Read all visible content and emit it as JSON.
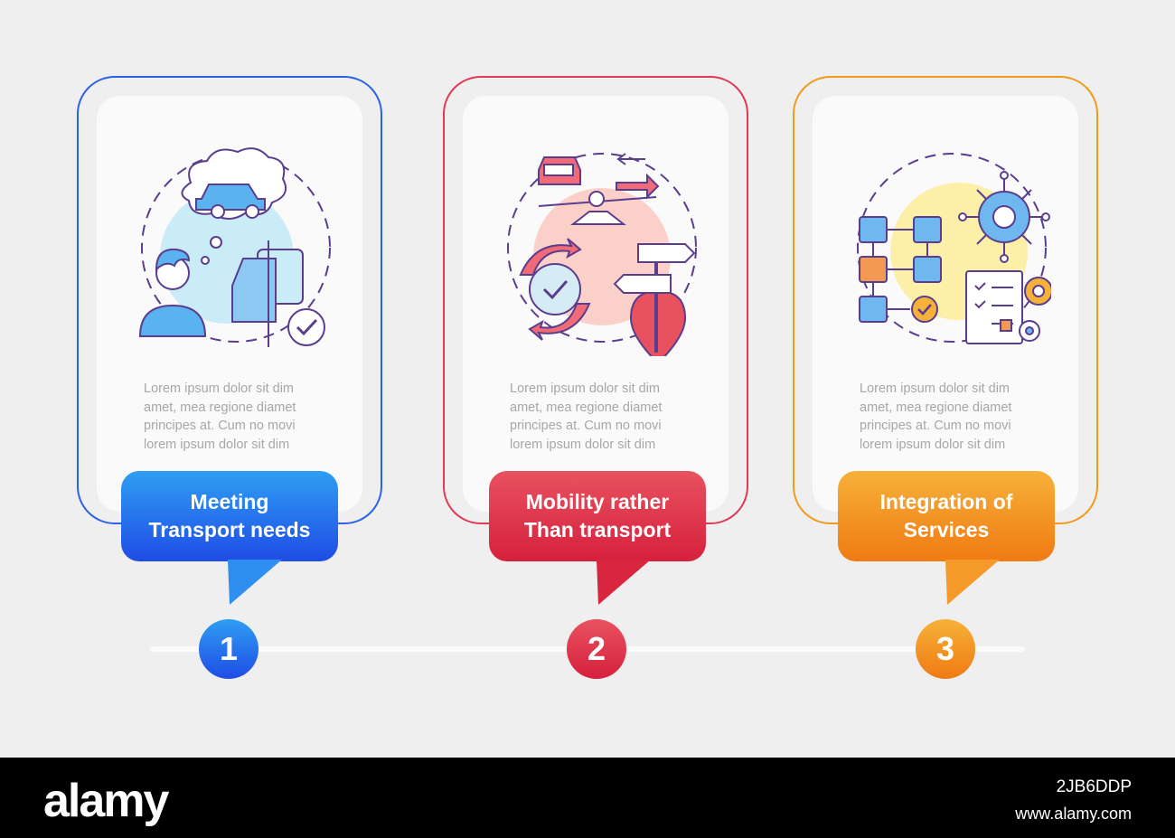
{
  "steps": [
    {
      "number": "1",
      "title_line1": "Meeting",
      "title_line2": "Transport needs",
      "color": "#1e5ef0",
      "gradient": [
        "#2f9ef2",
        "#1f4ce6"
      ],
      "desc": [
        "Lorem ipsum dolor sit dim",
        "amet, mea regione diamet",
        "principes at. Cum no movi",
        "lorem ipsum dolor sit dim"
      ],
      "icon": "person-dreaming-of-car-icon"
    },
    {
      "number": "2",
      "title_line1": "Mobility rather",
      "title_line2": "Than transport",
      "color": "#e0324f",
      "gradient": [
        "#e8525f",
        "#d6203d"
      ],
      "desc": [
        "Lorem ipsum dolor sit dim",
        "amet, mea regione diamet",
        "principes at. Cum no movi",
        "lorem ipsum dolor sit dim"
      ],
      "icon": "mobility-balance-signpost-icon"
    },
    {
      "number": "3",
      "title_line1": "Integration of",
      "title_line2": "Services",
      "color": "#f39a1c",
      "gradient": [
        "#f6b13a",
        "#f07a13"
      ],
      "desc": [
        "Lorem ipsum dolor sit dim",
        "amet, mea regione diamet",
        "principes at. Cum no movi",
        "lorem ipsum dolor sit dim"
      ],
      "icon": "services-integration-flowchart-icon"
    }
  ],
  "footer": {
    "logo": "alamy",
    "image_id": "2JB6DDP",
    "site": "www.alamy.com"
  }
}
